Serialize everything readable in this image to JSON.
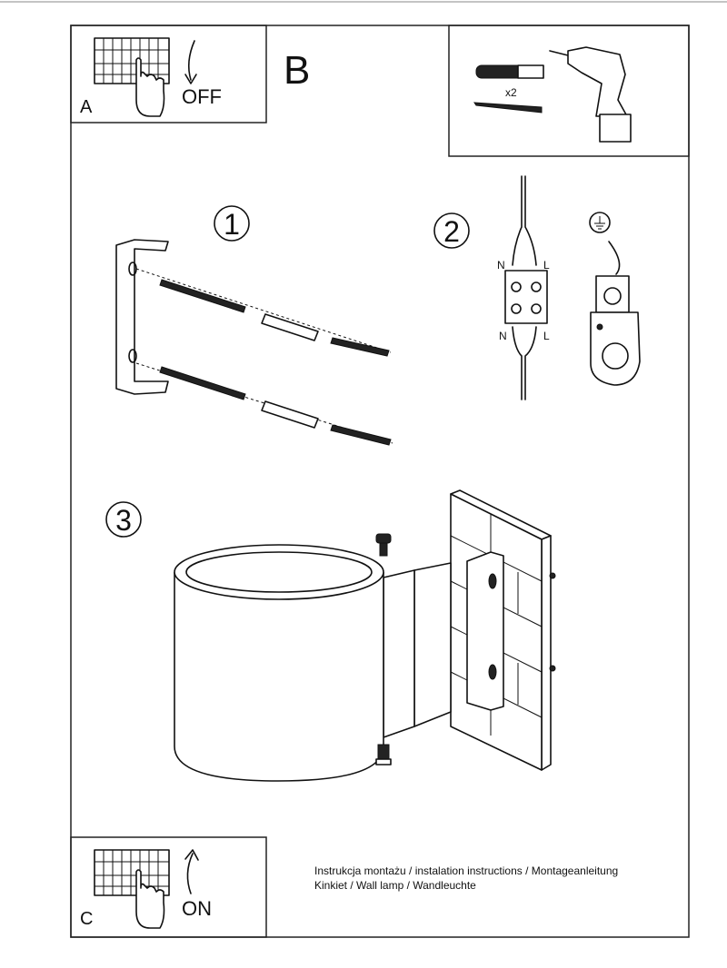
{
  "panel_a": {
    "letter": "A",
    "label": "OFF"
  },
  "panel_b": {
    "letter": "B",
    "quantity": "x2"
  },
  "step1": {
    "number": "1"
  },
  "step2": {
    "number": "2",
    "top_left": "N",
    "top_right": "L",
    "bottom_left": "N",
    "bottom_right": "L"
  },
  "step3": {
    "number": "3"
  },
  "panel_c": {
    "letter": "C",
    "label": "ON"
  },
  "caption": {
    "line1": "Instrukcja montażu / instalation instructions / Montageanleitung",
    "line2": "Kinkiet / Wall lamp / Wandleuchte"
  }
}
